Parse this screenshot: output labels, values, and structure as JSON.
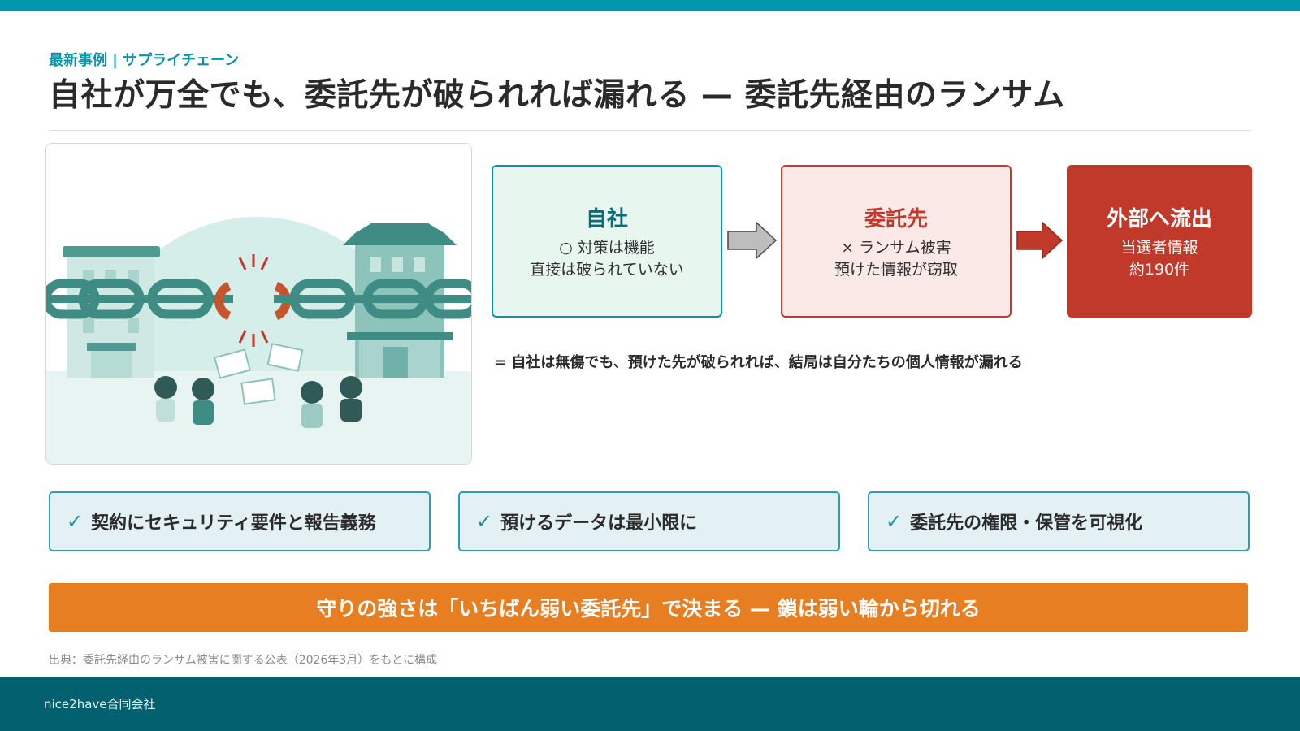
{
  "header": {
    "kicker": "最新事例 | サプライチェーン",
    "title": "自社が万全でも、委託先が破られれば漏れる — 委託先経由のランサム"
  },
  "flow": {
    "self": {
      "title": "自社",
      "line1": "○ 対策は機能",
      "line2": "直接は破られていない"
    },
    "vendor": {
      "title": "委託先",
      "line1": "× ランサム被害",
      "line2": "預けた情報が窃取"
    },
    "leak": {
      "title": "外部へ流出",
      "line1": "当選者情報",
      "line2": "約190件"
    }
  },
  "conclusion": "= 自社は無傷でも、預けた先が破られれば、結局は自分たちの個人情報が漏れる",
  "checks": [
    {
      "mark": "✓",
      "label": "契約にセキュリティ要件と報告義務"
    },
    {
      "mark": "✓",
      "label": "預けるデータは最小限に"
    },
    {
      "mark": "✓",
      "label": "委託先の権限・保管を可視化"
    }
  ],
  "banner": "守りの強さは「いちばん弱い委託先」で決まる — 鎖は弱い輪から切れる",
  "source": "出典：委託先経由のランサム被害に関する公表（2026年3月）をもとに構成",
  "footer": "nice2have合同会社",
  "colors": {
    "accent": "#0095a8",
    "danger": "#c0392b",
    "banner": "#e77e22",
    "footer": "#02606f"
  }
}
